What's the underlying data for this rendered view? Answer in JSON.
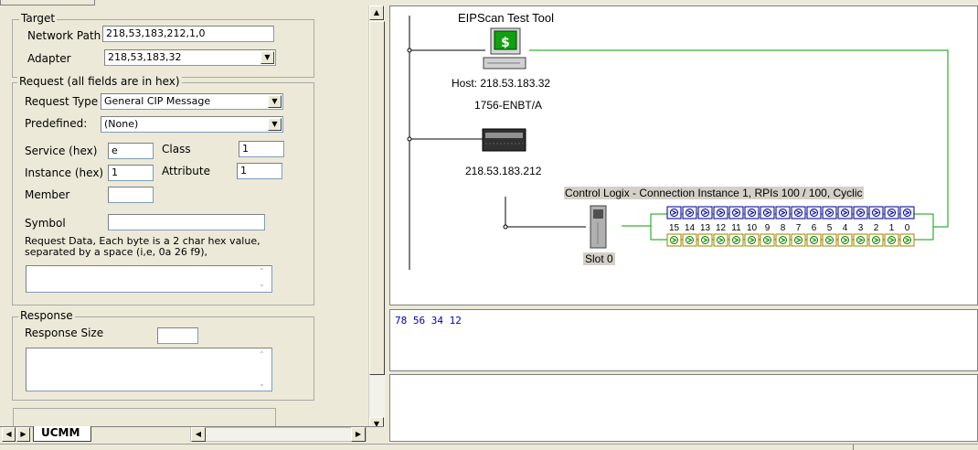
{
  "top_tab_stub": "",
  "target": {
    "legend": "Target",
    "network_path_label": "Network Path",
    "network_path_value": "218,53,183,212,1,0",
    "adapter_label": "Adapter",
    "adapter_value": "218,53,183,32"
  },
  "request": {
    "legend": "Request (all fields are in hex)",
    "request_type_label": "Request Type",
    "request_type_value": "General CIP Message",
    "predefined_label": "Predefined:",
    "predefined_value": "(None)",
    "service_label": "Service (hex)",
    "service_value": "e",
    "class_label": "Class",
    "class_value": "1",
    "instance_label": "Instance (hex)",
    "instance_value": "1",
    "attribute_label": "Attribute",
    "attribute_value": "1",
    "member_label": "Member",
    "member_value": "",
    "symbol_label": "Symbol",
    "symbol_value": "",
    "data_hint_line1": "Request Data, Each byte is a 2 char hex value,",
    "data_hint_line2": "separated by a space (i,e, 0a 26 f9),",
    "request_data_value": ""
  },
  "response": {
    "legend": "Response",
    "size_label": "Response Size",
    "size_value": "",
    "response_value": ""
  },
  "tabs": {
    "active": "UCMM"
  },
  "diagram": {
    "tool_title": "EIPScan Test Tool",
    "host_label": "Host: 218.53.183.32",
    "adapter_model": "1756-ENBT/A",
    "adapter_ip": "218.53.183.212",
    "connection_label": "Control Logix - Connection Instance 1, RPIs 100 / 100, Cyclic",
    "slot_label": "Slot 0",
    "bits": [
      "15",
      "14",
      "13",
      "12",
      "11",
      "10",
      "9",
      "8",
      "7",
      "6",
      "5",
      "4",
      "3",
      "2",
      "1",
      "0"
    ],
    "host_icon_glyph": "$"
  },
  "output": {
    "hex_line": "78 56 34 12"
  },
  "colors": {
    "link_green": "#00a000",
    "bit_blue": "#00008b",
    "bit_green": "#008000",
    "output_text": "#0000c0"
  }
}
